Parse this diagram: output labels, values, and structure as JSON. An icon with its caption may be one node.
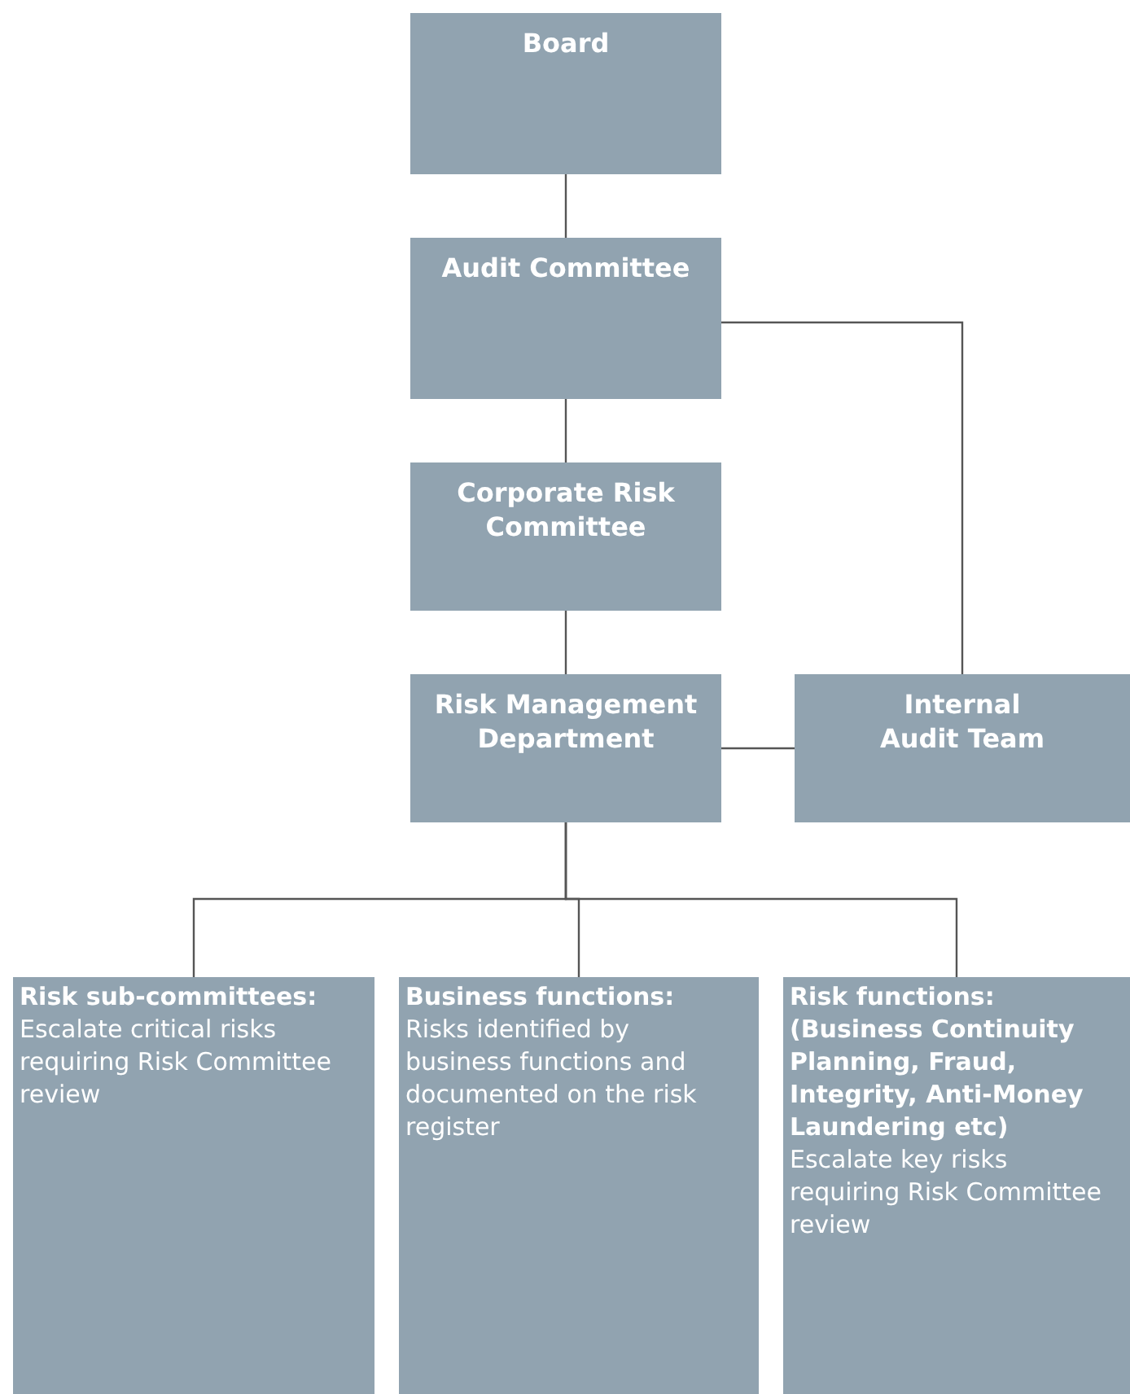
{
  "diagram": {
    "nodes": [
      {
        "text": [
          "Board"
        ]
      },
      {
        "text": [
          "Audit Committee"
        ]
      },
      {
        "text": [
          "Corporate Risk Committee"
        ]
      },
      {
        "text": [
          "Risk Management Department"
        ]
      },
      {
        "text": [
          "Internal Audit Team"
        ]
      },
      {
        "text": [
          "Risk sub-committees:",
          "Escalate critical risks requiring Risk Committee review"
        ]
      },
      {
        "text": [
          "Business functions:",
          "Risks identified by business functions and documented on the risk register"
        ]
      },
      {
        "text": [
          "Risk functions:",
          "(Business Continuity Planning, Fraud, Integrity, Anti-Money Laundering etc)",
          "Escalate key risks requiring Risk Committee review"
        ]
      }
    ],
    "edges": [
      {
        "from": 0,
        "to": 1,
        "arrow": "none"
      },
      {
        "from": 1,
        "to": 2,
        "arrow": "none"
      },
      {
        "from": 2,
        "to": 3,
        "arrow": "none"
      },
      {
        "from": 1,
        "to": 4,
        "arrow": "none"
      },
      {
        "from": 3,
        "to": 4,
        "arrow": "none"
      },
      {
        "from": 3,
        "to": 5,
        "arrow": "none"
      },
      {
        "from": 3,
        "to": 6,
        "arrow": "none"
      },
      {
        "from": 3,
        "to": 7,
        "arrow": "none"
      }
    ]
  }
}
